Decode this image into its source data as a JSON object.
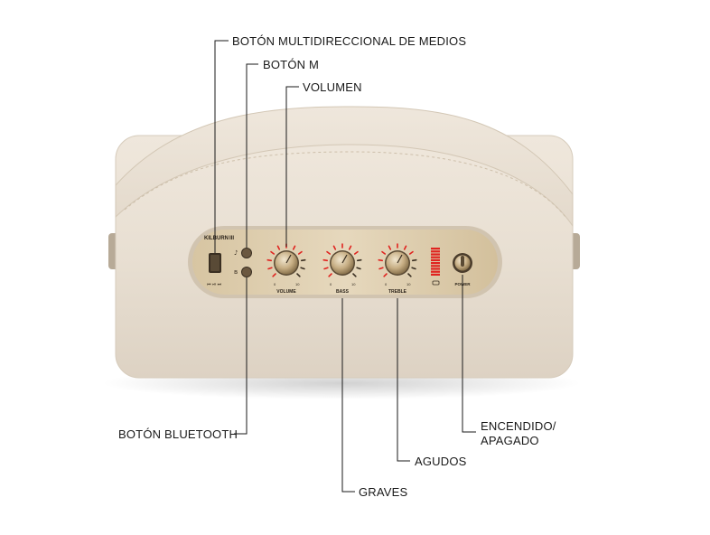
{
  "speaker": {
    "model_badge": "KILBURN",
    "model_mark": "III",
    "knob_labels": [
      "VOLUME",
      "BASS",
      "TREBLE"
    ],
    "scale_min": "0",
    "scale_max": "10",
    "power_label": "POWER"
  },
  "callouts": {
    "multi_media": "BOTÓN MULTIDIRECCIONAL DE MEDIOS",
    "m_button": "BOTÓN M",
    "volume": "VOLUMEN",
    "bluetooth": "BOTÓN BLUETOOTH",
    "power_line1": "ENCENDIDO/",
    "power_line2": "APAGADO",
    "treble": "AGUDOS",
    "bass": "GRAVES"
  },
  "colors": {
    "body": "#ebe2d5",
    "panel_gold": "#d8c7a6",
    "led_red": "#e0231f",
    "knob_metal": "#b59b72"
  }
}
